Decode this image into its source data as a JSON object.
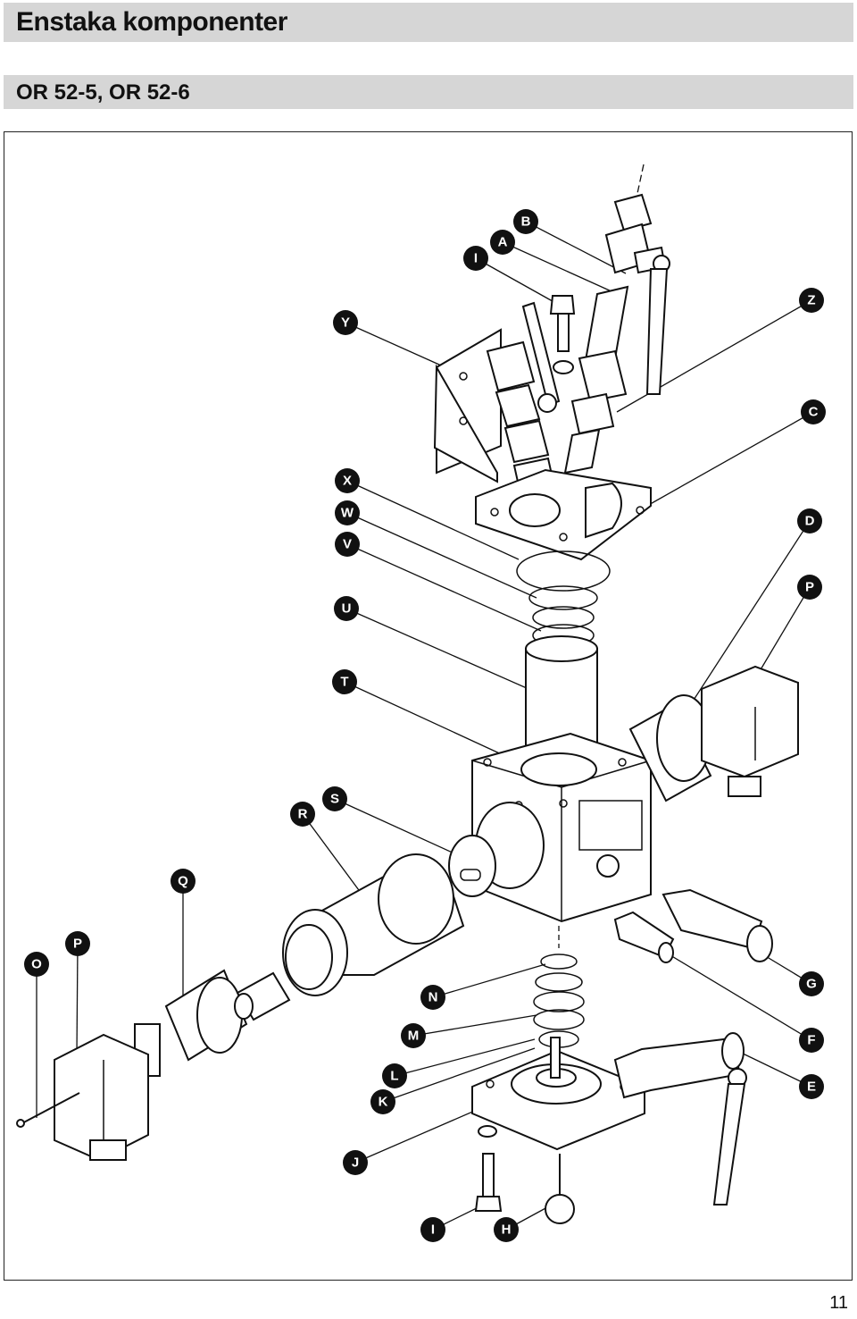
{
  "header": {
    "title": "Enstaka komponenter"
  },
  "section": {
    "subtitle": "OR 52-5, OR 52-6"
  },
  "diagram": {
    "labels": [
      "A",
      "B",
      "I",
      "Y",
      "Z",
      "C",
      "X",
      "W",
      "V",
      "D",
      "P",
      "U",
      "T",
      "S",
      "R",
      "Q",
      "O",
      "P",
      "N",
      "G",
      "M",
      "F",
      "L",
      "K",
      "E",
      "J",
      "I",
      "H"
    ]
  },
  "footer": {
    "page_number": "11"
  }
}
